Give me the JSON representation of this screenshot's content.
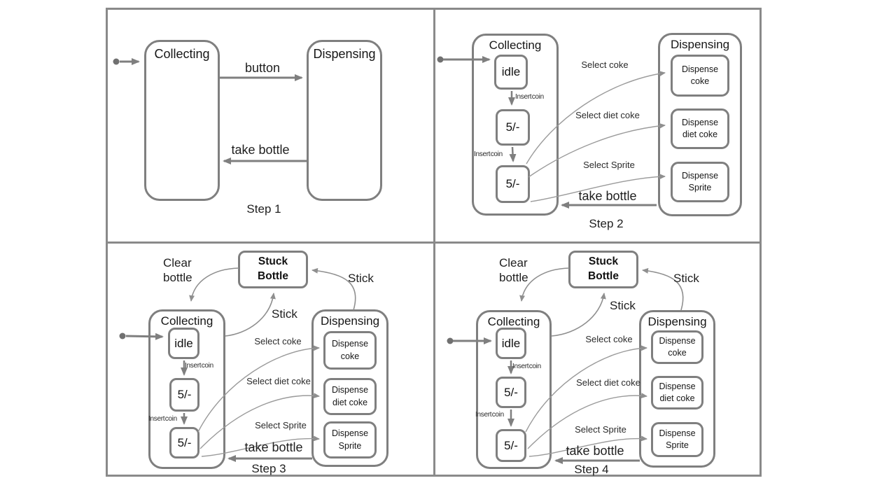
{
  "colors": {
    "border": "#7f7f7f",
    "arrow": "#7f7f7f",
    "thin_curve": "#9b9b9b",
    "text": "#1f1f1f"
  },
  "panels": [
    {
      "step_label": "Step 1",
      "states": {
        "collecting": "Collecting",
        "dispensing": "Dispensing"
      },
      "transitions": {
        "button": "button",
        "take_bottle": "take bottle"
      }
    },
    {
      "step_label": "Step 2",
      "states": {
        "collecting": "Collecting",
        "dispensing": "Dispensing",
        "idle": "idle",
        "coin1": "5/-",
        "coin2": "5/-",
        "dispense_coke": "Dispense\ncoke",
        "dispense_diet_coke": "Dispense\ndiet coke",
        "dispense_sprite": "Dispense\nSprite"
      },
      "transitions": {
        "insert_coin_1": "Insert coin",
        "insert_coin_2": "Insert coin",
        "select_coke": "Select coke",
        "select_diet_coke": "Select diet coke",
        "select_sprite": "Select Sprite",
        "take_bottle": "take bottle"
      }
    },
    {
      "step_label": "Step 3",
      "states": {
        "collecting": "Collecting",
        "dispensing": "Dispensing",
        "idle": "idle",
        "coin1": "5/-",
        "coin2": "5/-",
        "dispense_coke": "Dispense\ncoke",
        "dispense_diet_coke": "Dispense\ndiet coke",
        "dispense_sprite": "Dispense\nSprite",
        "stuck_bottle": "Stuck\nBottle"
      },
      "transitions": {
        "insert_coin_1": "Insert coin",
        "insert_coin_2": "Insert coin",
        "select_coke": "Select coke",
        "select_diet_coke": "Select diet coke",
        "select_sprite": "Select Sprite",
        "take_bottle": "take bottle",
        "clear_bottle": "Clear\nbottle",
        "stick_from_dispensing": "Stick",
        "stick_from_collecting": "Stick"
      }
    },
    {
      "step_label": "Step 4",
      "states": {
        "collecting": "Collecting",
        "dispensing": "Dispensing",
        "idle": "idle",
        "coin1": "5/-",
        "coin2": "5/-",
        "dispense_coke": "Dispense\ncoke",
        "dispense_diet_coke": "Dispense\ndiet coke",
        "dispense_sprite": "Dispense\nSprite",
        "stuck_bottle": "Stuck\nBottle"
      },
      "transitions": {
        "insert_coin_1": "Insert coin",
        "insert_coin_2": "Insert coin",
        "select_coke": "Select coke",
        "select_diet_coke": "Select diet coke",
        "select_sprite": "Select Sprite",
        "take_bottle": "take bottle",
        "clear_bottle": "Clear\nbottle",
        "stick_from_dispensing": "Stick",
        "stick_from_collecting": "Stick"
      }
    }
  ]
}
